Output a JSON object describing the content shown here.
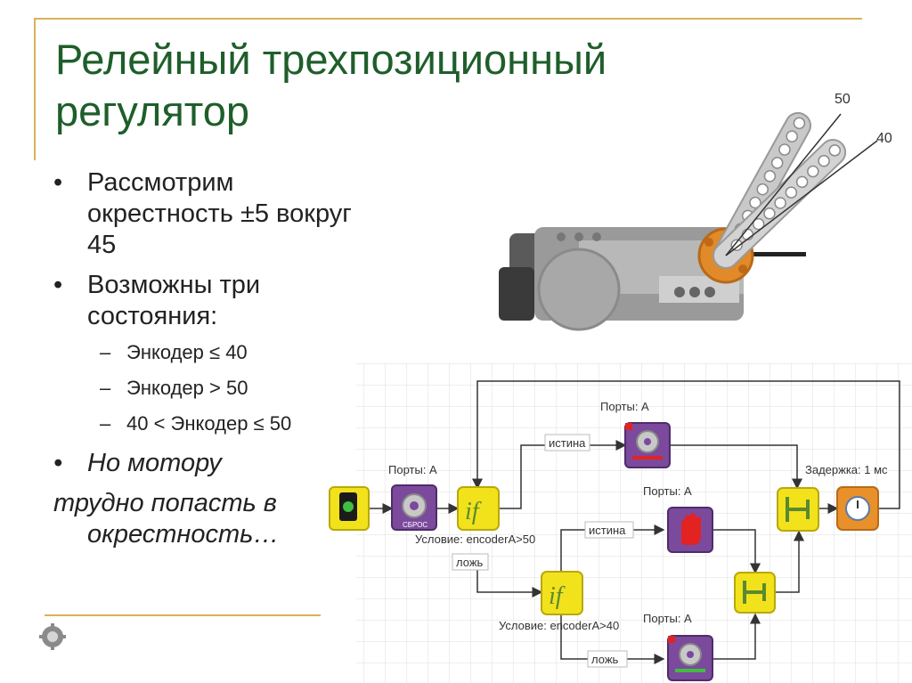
{
  "slide": {
    "title": "Релейный трехпозиционный регулятор",
    "bullets": [
      {
        "text": "Рассмотрим окрестность ±5 вокруг 45"
      },
      {
        "text": "Возможны три состояния:"
      }
    ],
    "sub_bullets": [
      "Энкодер ≤ 40",
      "Энкодер > 50",
      "40 < Энкодер ≤ 50"
    ],
    "italic_bullet": "Но мотору",
    "italic_cont_line1": "трудно попасть в",
    "italic_cont_line2": "окрестность…",
    "bullet_marker": "•",
    "dash_marker": "–"
  },
  "robot": {
    "angle_label_top": "50",
    "angle_label_bottom": "40"
  },
  "program": {
    "ports_label_1": "Порты: A",
    "ports_label_2": "Порты: A",
    "ports_label_3": "Порты: A",
    "ports_label_4": "Порты: A",
    "true_label_1": "истина",
    "true_label_2": "истина",
    "false_label_1": "ложь",
    "false_label_2": "ложь",
    "condition_1": "Условие: encoderA>50",
    "condition_2": "Условие: encoderA>40",
    "delay_label": "Задержка: 1 мс",
    "if_label": "if",
    "reset_label": "СБРОС"
  },
  "colors": {
    "title": "#1e5e2a",
    "accent_rule": "#d8b25a",
    "block_yellow": "#f2e21c",
    "block_purple": "#7b4a9c",
    "block_orange": "#e8902a",
    "block_black": "#1b1b1b"
  }
}
